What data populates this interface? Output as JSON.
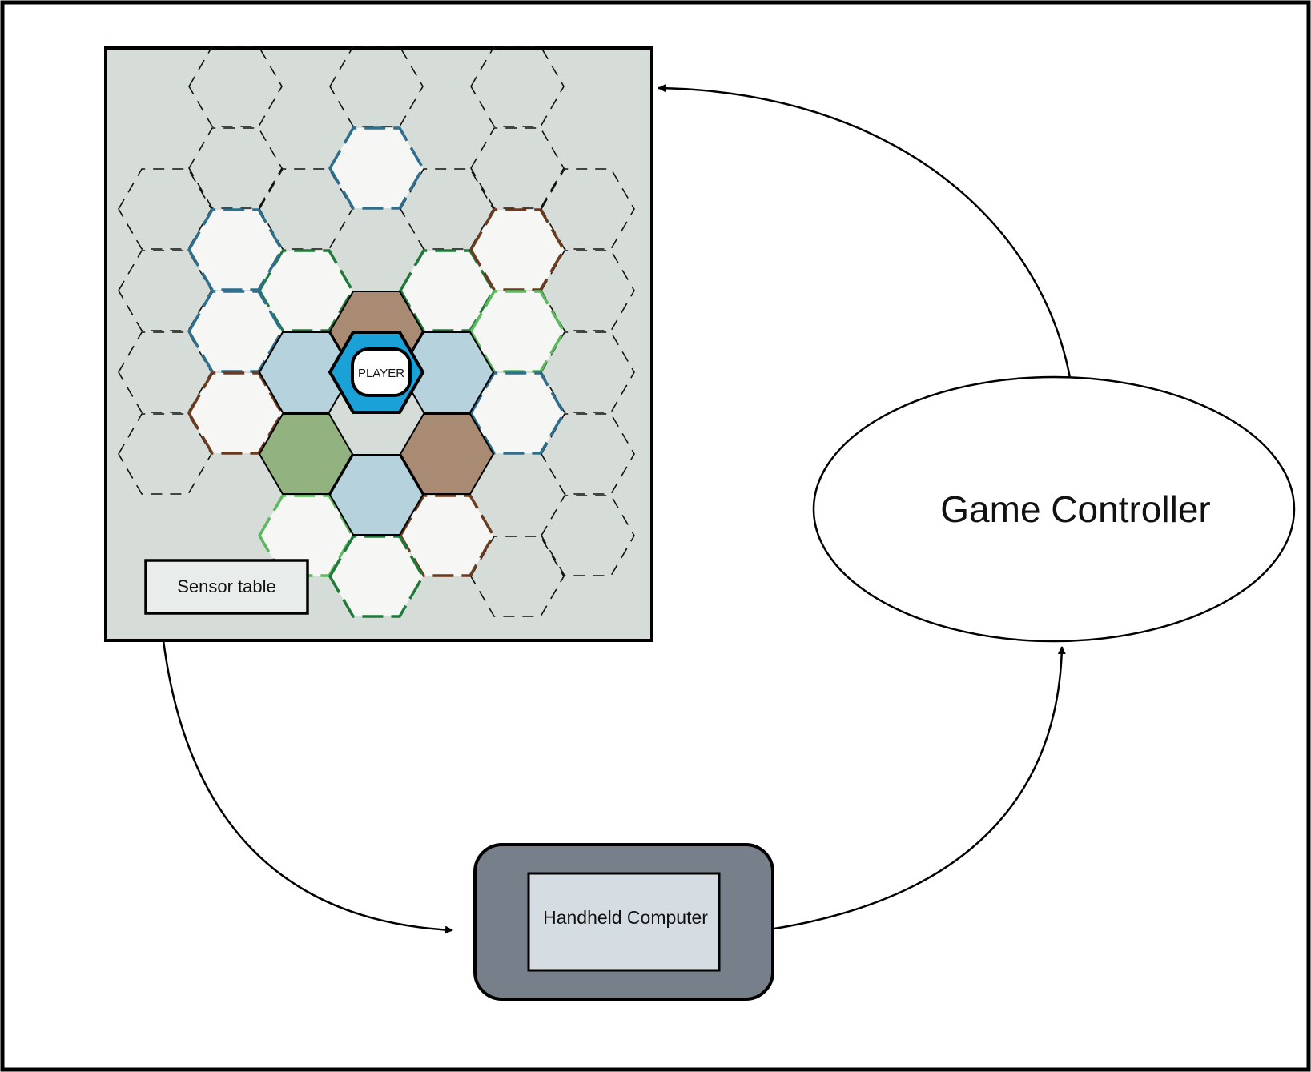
{
  "labels": {
    "sensor_table": "Sensor table",
    "player": "PLAYER",
    "game_controller": "Game Controller",
    "handheld_computer": "Handheld Computer"
  },
  "colors": {
    "board_bg": "#d6ddd9",
    "tile_white": "#f6f6f4",
    "tile_blue": "#b6d2dd",
    "tile_brown": "#a98a73",
    "tile_green": "#92b27f",
    "player_blue": "#1aa1d8",
    "handheld_body": "#77808a",
    "handheld_screen": "#d6dde2",
    "edge_blue": "#2e6f8e",
    "edge_green_dark": "#1f7a3a",
    "edge_green_light": "#5cb85c",
    "edge_brown": "#6b3a1f"
  },
  "board": {
    "colored_tiles": [
      {
        "c": 3,
        "r": 3,
        "fill": "tile_brown",
        "edge": "black"
      },
      {
        "c": 2,
        "r": 3,
        "fill": "tile_blue",
        "edge": "black"
      },
      {
        "c": 4,
        "r": 3,
        "fill": "tile_blue",
        "edge": "black"
      },
      {
        "c": 2,
        "r": 4,
        "fill": "tile_green",
        "edge": "black"
      },
      {
        "c": 4,
        "r": 4,
        "fill": "tile_brown",
        "edge": "black"
      },
      {
        "c": 3,
        "r": 5,
        "fill": "tile_blue",
        "edge": "black"
      }
    ],
    "ring_tiles": [
      {
        "c": 3,
        "r": 1,
        "edge": "edge_blue"
      },
      {
        "c": 2,
        "r": 2,
        "edge": "edge_green_dark"
      },
      {
        "c": 4,
        "r": 2,
        "edge": "edge_green_dark"
      },
      {
        "c": 1,
        "r": 2,
        "edge": "edge_blue"
      },
      {
        "c": 5,
        "r": 2,
        "edge": "edge_brown"
      },
      {
        "c": 1,
        "r": 3,
        "edge": "edge_blue"
      },
      {
        "c": 5,
        "r": 3,
        "edge": "edge_green_light"
      },
      {
        "c": 1,
        "r": 4,
        "edge": "edge_brown"
      },
      {
        "c": 5,
        "r": 4,
        "edge": "edge_blue"
      },
      {
        "c": 2,
        "r": 5,
        "edge": "edge_green_light"
      },
      {
        "c": 4,
        "r": 5,
        "edge": "edge_brown"
      },
      {
        "c": 3,
        "r": 6,
        "edge": "edge_green_dark"
      }
    ],
    "empty_tiles": [
      {
        "c": 1,
        "r": 0
      },
      {
        "c": 3,
        "r": 0
      },
      {
        "c": 5,
        "r": 0
      },
      {
        "c": 0,
        "r": 1
      },
      {
        "c": 2,
        "r": 1
      },
      {
        "c": 4,
        "r": 1
      },
      {
        "c": 6,
        "r": 1
      },
      {
        "c": 1,
        "r": 1
      },
      {
        "c": 5,
        "r": 1
      },
      {
        "c": 0,
        "r": 2
      },
      {
        "c": 6,
        "r": 2
      },
      {
        "c": 0,
        "r": 3
      },
      {
        "c": 6,
        "r": 3
      },
      {
        "c": 0,
        "r": 4
      },
      {
        "c": 6,
        "r": 4
      },
      {
        "c": 6,
        "r": 5
      },
      {
        "c": 5,
        "r": 6
      }
    ]
  }
}
